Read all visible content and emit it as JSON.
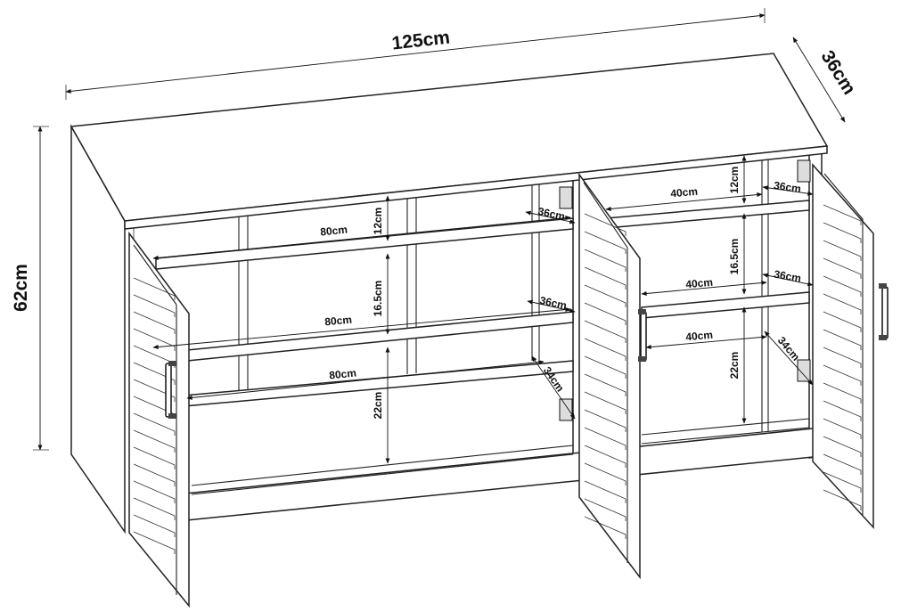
{
  "overall": {
    "width": "125cm",
    "depth": "36cm",
    "height": "62cm"
  },
  "left_section": {
    "shelf_width_top": "80cm",
    "shelf_width_middle": "80cm",
    "shelf_width_bottom": "80cm",
    "depth_top": "36cm",
    "depth_middle": "36cm",
    "depth_bottom": "34cm",
    "height_top": "12cm",
    "height_middle": "16.5cm",
    "height_bottom": "22cm"
  },
  "right_section": {
    "shelf_width_top": "40cm",
    "shelf_width_middle": "40cm",
    "shelf_width_bottom": "40cm",
    "depth_top": "36cm",
    "depth_middle": "36cm",
    "depth_bottom": "34cm",
    "height_top": "12cm",
    "height_middle": "16.5cm",
    "height_bottom": "22cm"
  },
  "colors": {
    "line": "#222222",
    "background": "#ffffff"
  }
}
